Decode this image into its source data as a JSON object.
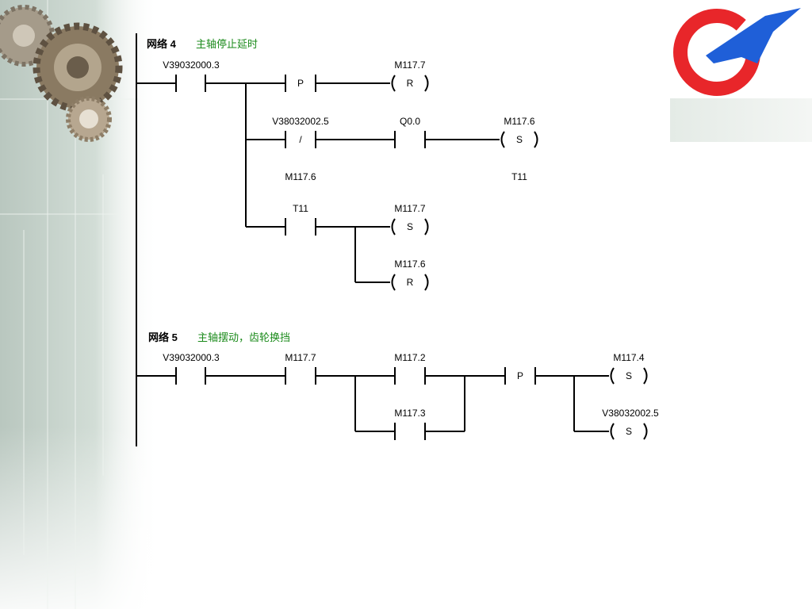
{
  "networks": [
    {
      "title": "网络 4",
      "comment": "主轴停止延时",
      "labels": {
        "c_main": "V39032000.3",
        "p_coil": "M117.7",
        "c_b1": "V38032002.5",
        "c_b2": "Q0.0",
        "coil_b": "M117.6",
        "timer_in": "M117.6",
        "timer_name": "T11",
        "c_t11": "T11",
        "coil_c1": "M117.7",
        "coil_c2": "M117.6"
      },
      "symbols": {
        "p_box": "P",
        "not_box": "/",
        "coil_r": "R",
        "coil_s": "S"
      }
    },
    {
      "title": "网络 5",
      "comment": "主轴摆动，齿轮换挡",
      "labels": {
        "c1": "V39032000.3",
        "c2": "M117.7",
        "c3": "M117.2",
        "c4": "M117.3",
        "coil1": "M117.4",
        "coil2": "V38032002.5"
      },
      "symbols": {
        "p_box": "P",
        "coil_s": "S"
      }
    }
  ],
  "colors": {
    "comment": "#1a8a1a",
    "logo_red": "#e8262a",
    "logo_blue": "#1f5fd8"
  }
}
